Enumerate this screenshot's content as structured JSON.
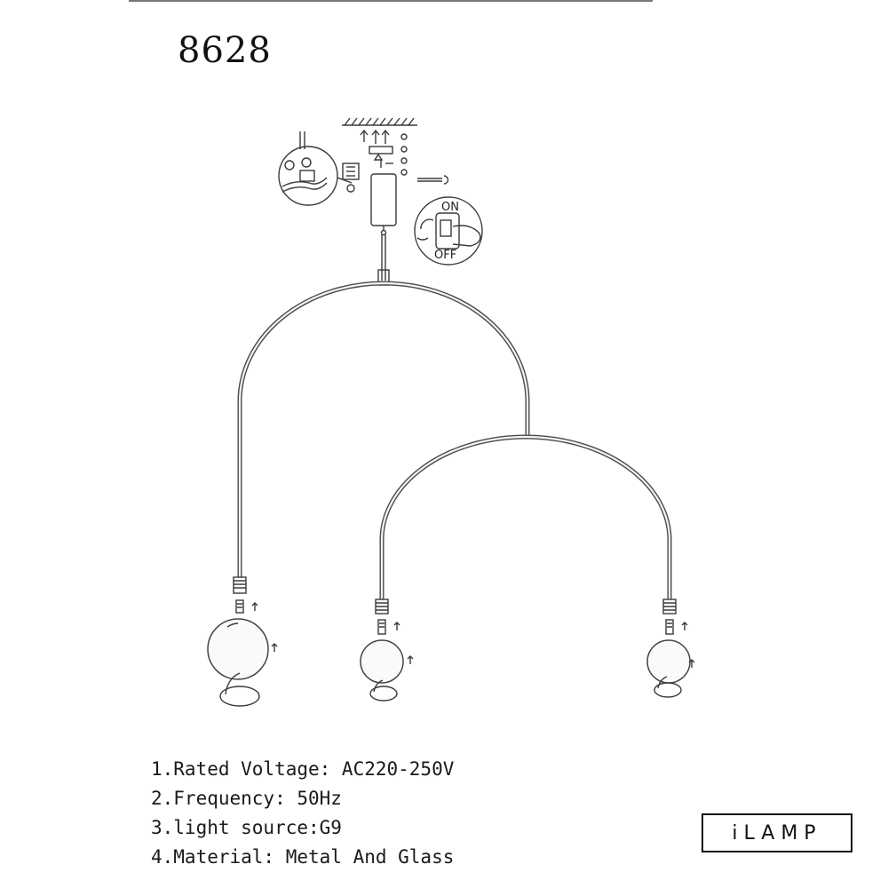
{
  "product": {
    "model_number": "8628"
  },
  "switch_callout": {
    "on_label": "ON",
    "off_label": "OFF"
  },
  "specs": [
    {
      "text": "1.Rated Voltage: AC220-250V"
    },
    {
      "text": "2.Frequency: 50Hz"
    },
    {
      "text": "3.light source:G9"
    },
    {
      "text": "4.Material: Metal And Glass"
    }
  ],
  "brand": {
    "logo_text": "iLAMP"
  },
  "colors": {
    "line": "#3a3a3a",
    "background": "#ffffff"
  }
}
